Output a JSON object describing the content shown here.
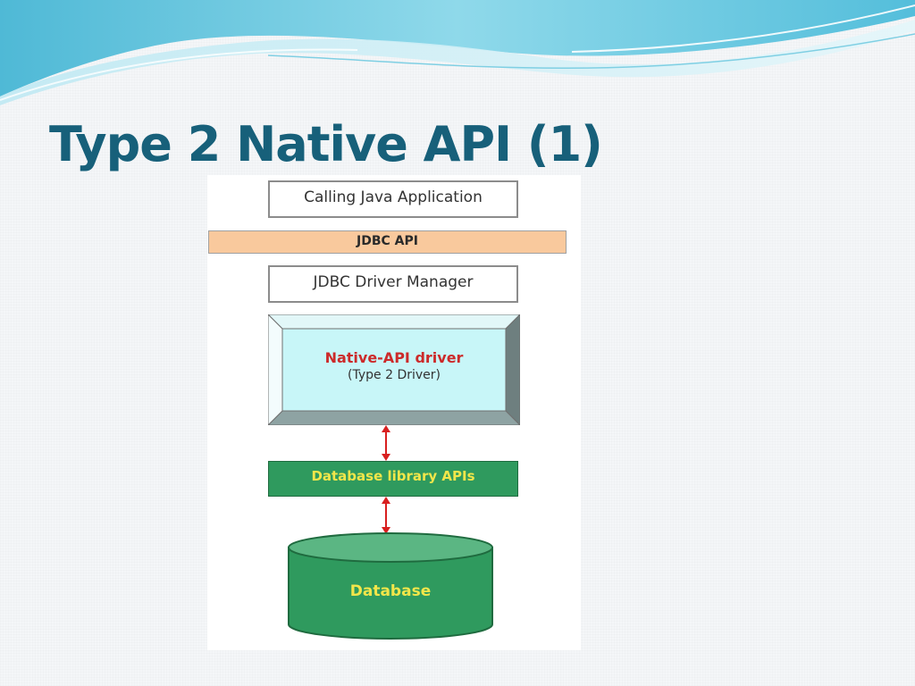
{
  "slide": {
    "title": "Type 2 Native API (1)"
  },
  "diagram": {
    "calling_app_label": "Calling Java Application",
    "jdbc_api_label": "JDBC API",
    "driver_manager_label": "JDBC Driver Manager",
    "native_driver_label": "Native-API driver",
    "native_driver_sublabel": "(Type 2 Driver)",
    "db_library_label": "Database library APIs",
    "database_label": "Database"
  },
  "colors": {
    "title": "#17607a",
    "jdbc_api_fill": "#f9c99d",
    "native_driver_face": "#c8f6f8",
    "native_driver_label": "#cc2a2a",
    "db_green": "#2f9a5e",
    "db_text": "#f2e64a",
    "arrow_red": "#d81f1f"
  }
}
